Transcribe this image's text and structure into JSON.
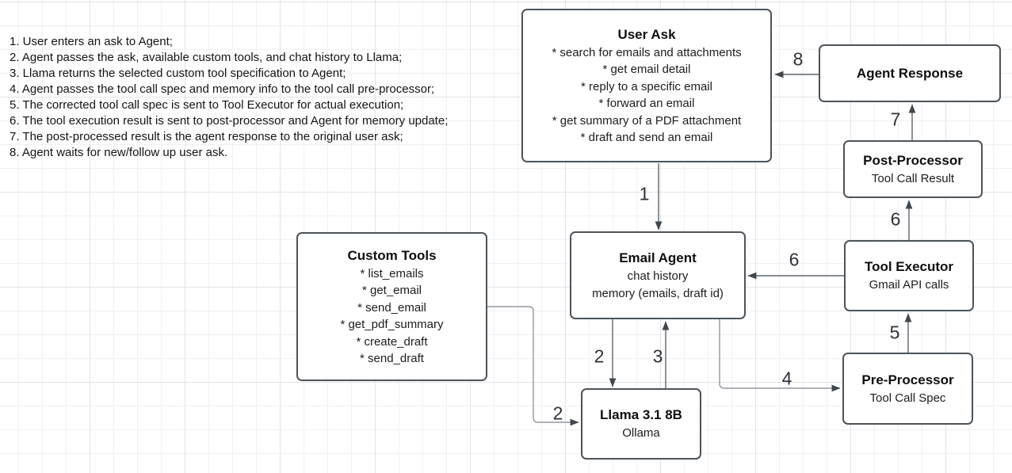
{
  "notes": {
    "items": [
      "1. User enters an ask to Agent;",
      "2. Agent passes the ask, available custom tools, and chat history to Llama;",
      "3. Llama returns the selected custom tool specification to Agent;",
      "4. Agent passes the tool call spec and memory info to the tool call pre-processor;",
      "5. The corrected tool call spec is sent to Tool Executor for actual execution;",
      "6. The tool execution result is sent to post-processor and Agent for memory update;",
      "7. The post-processed result is the agent response to the original user ask;",
      "8. Agent waits for new/follow up user ask."
    ]
  },
  "nodes": {
    "user_ask": {
      "title": "User Ask",
      "lines": [
        "* search for emails and attachments",
        "* get email detail",
        "* reply to a specific email",
        "* forward an email",
        "* get summary of a PDF attachment",
        "* draft and send an email"
      ]
    },
    "agent_response": {
      "title": "Agent Response"
    },
    "post_processor": {
      "title": "Post-Processor",
      "subtitle": "Tool Call Result"
    },
    "tool_executor": {
      "title": "Tool Executor",
      "subtitle": "Gmail API calls"
    },
    "pre_processor": {
      "title": "Pre-Processor",
      "subtitle": "Tool Call Spec"
    },
    "email_agent": {
      "title": "Email Agent",
      "lines": [
        "chat history",
        "memory (emails, draft id)"
      ]
    },
    "custom_tools": {
      "title": "Custom Tools",
      "lines": [
        "* list_emails",
        "* get_email",
        "* send_email",
        "* get_pdf_summary",
        "* create_draft",
        "* send_draft"
      ]
    },
    "llama": {
      "title": "Llama 3.1 8B",
      "subtitle": "Ollama"
    }
  },
  "edges": {
    "step1": "1",
    "step2_agent_to_llama": "2",
    "step2_tools_to_llama": "2",
    "step3": "3",
    "step4": "4",
    "step5": "5",
    "step6_to_agent": "6",
    "step6_to_post": "6",
    "step7": "7",
    "step8": "8"
  },
  "colors": {
    "node_border": "#4d545a",
    "edge_dark": "#5f666d",
    "edge_light": "#9399a0",
    "arrowhead": "#40474d",
    "grid_minor": "#f1f1f4",
    "grid_major": "#e3e4e8"
  }
}
